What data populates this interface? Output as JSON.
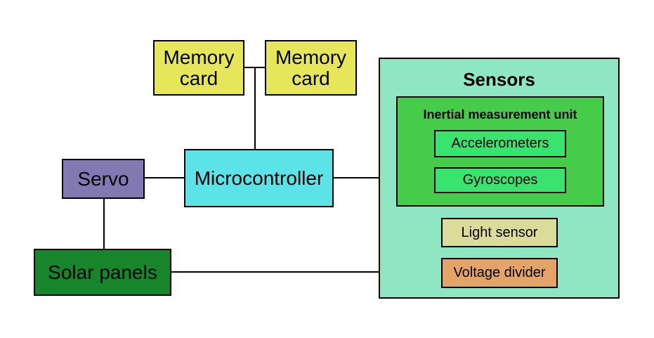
{
  "blocks": {
    "memory_card_1": "Memory\ncard",
    "memory_card_2": "Memory\ncard",
    "microcontroller": "Microcontroller",
    "servo": "Servo",
    "solar_panels": "Solar panels"
  },
  "sensors": {
    "title": "Sensors",
    "imu_title": "Inertial measurement unit",
    "accelerometers": "Accelerometers",
    "gyroscopes": "Gyroscopes",
    "light_sensor": "Light sensor",
    "voltage_divider": "Voltage divider"
  },
  "colors": {
    "memory": "#e6e65a",
    "microcontroller": "#5ce3e8",
    "servo": "#8279b3",
    "solar": "#17862a",
    "sensors_bg": "#8ee6c3",
    "imu": "#47cb4a",
    "imu_inner": "#3ae36d",
    "light": "#dcdc9a",
    "voltage": "#e4a468"
  }
}
